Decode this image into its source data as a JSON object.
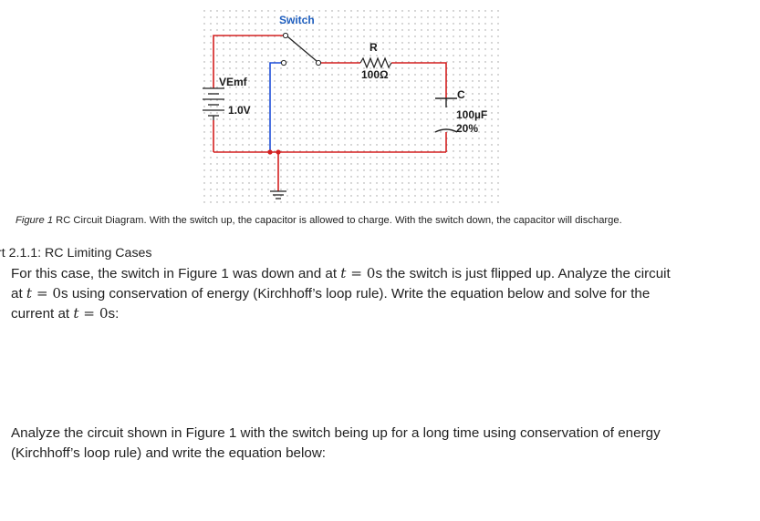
{
  "circuit": {
    "switch_label": "Switch",
    "resistor_label": "R",
    "resistor_value": "100Ω",
    "source_label": "VEmf",
    "source_value": "1.0V",
    "capacitor_label": "C",
    "capacitor_value": "100µF",
    "capacitor_tolerance": "20%",
    "colors": {
      "wire_red": "#d42020",
      "wire_blue": "#1f4fd8",
      "grid_dot": "#9a9a9a"
    }
  },
  "caption": {
    "figure_ref": "Figure 1",
    "text": " RC Circuit Diagram.  With the switch up, the capacitor is allowed to charge.  With the switch down, the capacitor will discharge."
  },
  "section": {
    "heading": "rt 2.1.1: RC Limiting Cases"
  },
  "question1": {
    "line1_a": "For this case, the switch in Figure 1 was down and at ",
    "line1_t": "t",
    "line1_eq": " = 0",
    "line1_s": "s",
    "line1_b": " the switch is just flipped up.  Analyze the circuit",
    "line2_a": "at ",
    "line2_t": "t",
    "line2_eq": " = 0",
    "line2_s": "s",
    "line2_b": " using conservation of energy (Kirchhoff’s loop rule). Write the equation below and solve for the",
    "line3_a": "current at ",
    "line3_t": "t",
    "line3_eq": " = 0",
    "line3_s": "s:"
  },
  "question2": {
    "line1": "Analyze the circuit shown in Figure 1 with the switch being up for a long time using conservation of energy",
    "line2": "(Kirchhoff’s loop rule) and write the equation below:"
  }
}
